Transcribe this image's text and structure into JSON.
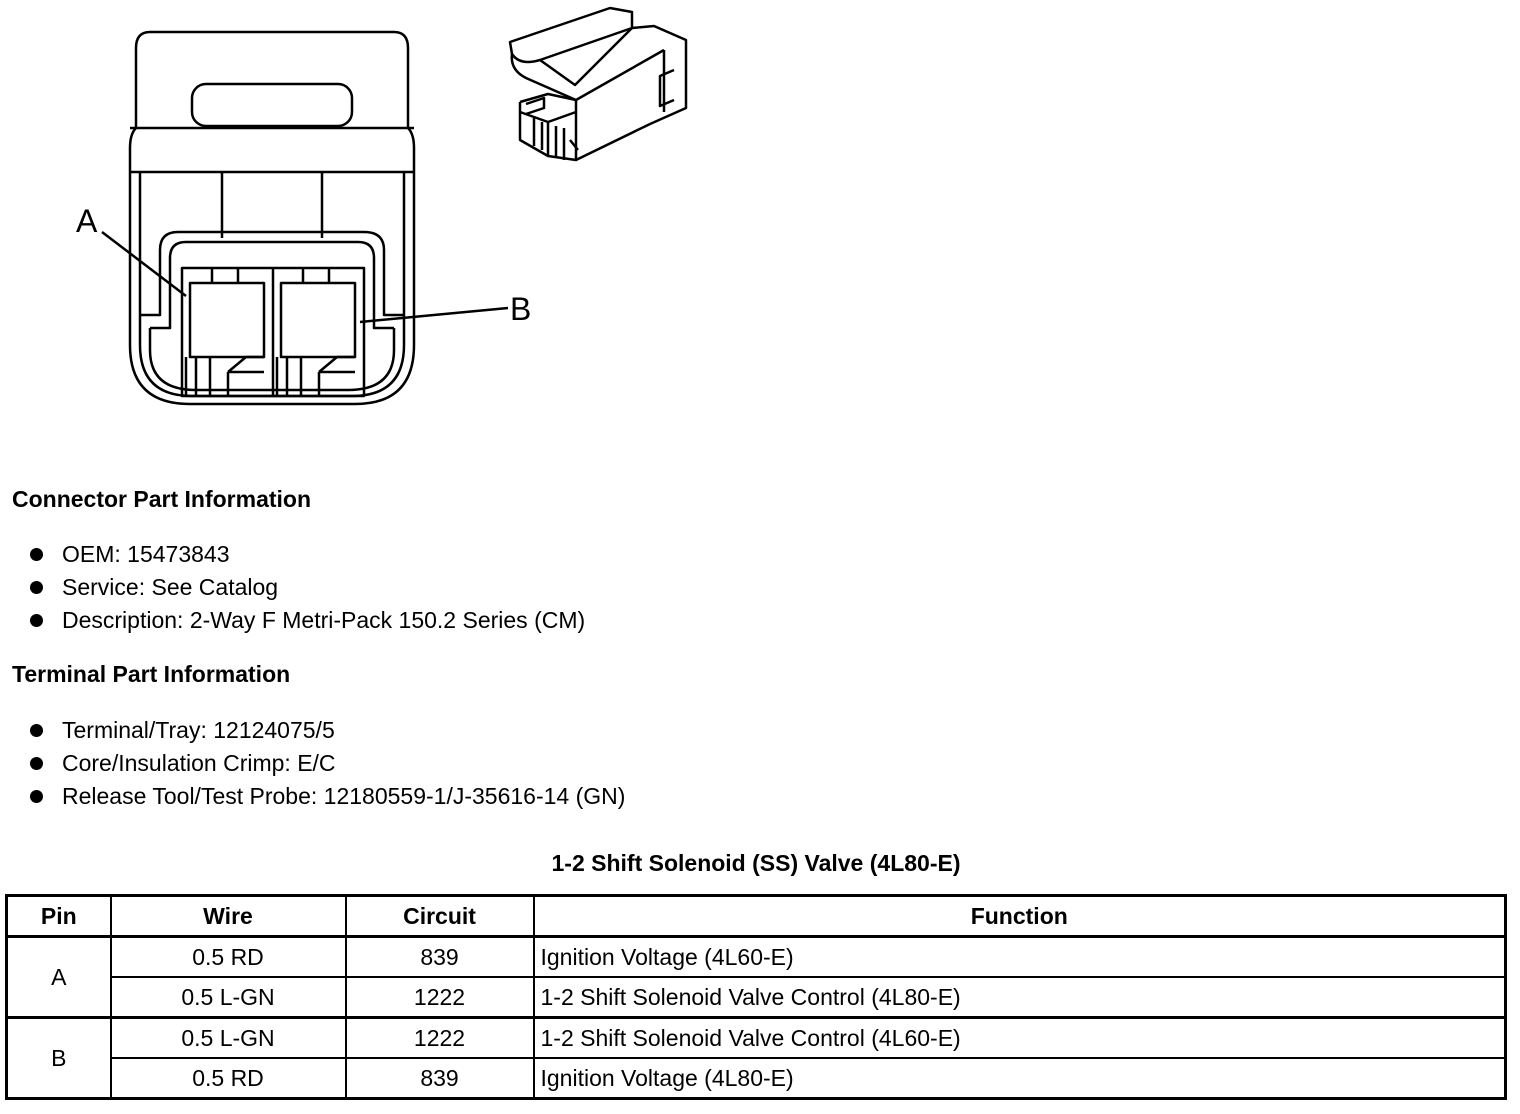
{
  "diagram": {
    "label_a": "A",
    "label_b": "B"
  },
  "connector_info": {
    "heading": "Connector Part Information",
    "items": [
      "OEM: 15473843",
      "Service: See Catalog",
      "Description: 2-Way F Metri-Pack 150.2 Series (CM)"
    ]
  },
  "terminal_info": {
    "heading": "Terminal Part Information",
    "items": [
      "Terminal/Tray: 12124075/5",
      "Core/Insulation Crimp: E/C",
      "Release Tool/Test Probe: 12180559-1/J-35616-14 (GN)"
    ]
  },
  "table": {
    "title": "1-2 Shift Solenoid (SS) Valve (4L80-E)",
    "headers": {
      "pin": "Pin",
      "wire": "Wire",
      "circuit": "Circuit",
      "function": "Function"
    },
    "groups": [
      {
        "pin": "A",
        "rows": [
          {
            "wire": "0.5 RD",
            "circuit": "839",
            "function": "Ignition Voltage (4L60-E)"
          },
          {
            "wire": "0.5 L-GN",
            "circuit": "1222",
            "function": "1-2 Shift Solenoid Valve Control (4L80-E)"
          }
        ]
      },
      {
        "pin": "B",
        "rows": [
          {
            "wire": "0.5 L-GN",
            "circuit": "1222",
            "function": "1-2 Shift Solenoid Valve Control (4L60-E)"
          },
          {
            "wire": "0.5 RD",
            "circuit": "839",
            "function": "Ignition Voltage (4L80-E)"
          }
        ]
      }
    ]
  }
}
